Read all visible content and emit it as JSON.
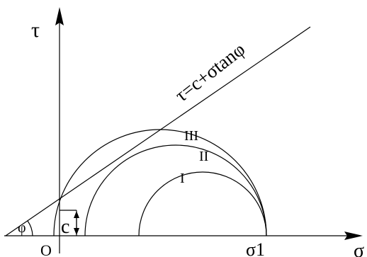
{
  "axes": {
    "x_label": "σ",
    "y_label": "τ",
    "origin_label": "O"
  },
  "envelope": {
    "equation": "τ=c+σtanφ",
    "angle_label": "φ",
    "intercept_label": "c"
  },
  "circles": [
    {
      "label": "I"
    },
    {
      "label": "II"
    },
    {
      "label": "III"
    }
  ],
  "sigma1_label": "σ1"
}
